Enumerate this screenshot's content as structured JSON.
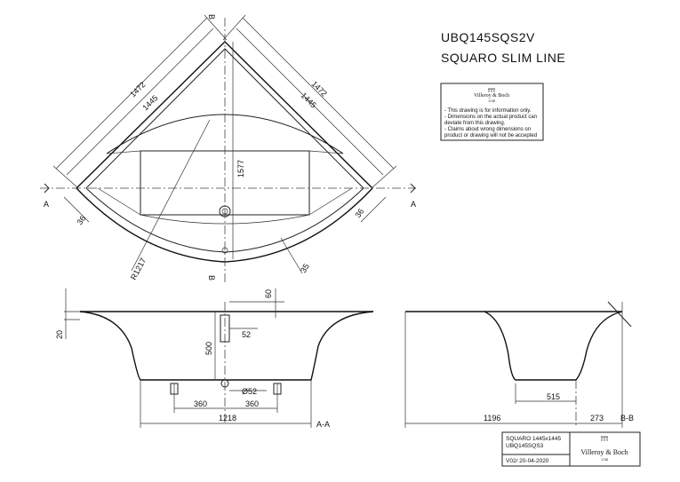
{
  "header": {
    "code": "UBQ145SQS2V",
    "name": "SQUARO SLIM LINE"
  },
  "notice": {
    "brand": "Villeroy & Boch",
    "since": "1748",
    "lines": [
      "- This drawing is for information only.",
      "- Dimensions on the actual product can",
      "  deviate from this drawing.",
      "- Claims about wrong dimensions on",
      "  product or drawing will not be accepted"
    ]
  },
  "top_view": {
    "dims": {
      "outer_left": "1472",
      "inner_left": "1445",
      "outer_right": "1472",
      "inner_right": "1445",
      "depth": "1577",
      "radius": "R1217",
      "edge_left": "36",
      "edge_right": "36",
      "rim": "35"
    },
    "section_marks": {
      "a_left": "A",
      "a_right": "A",
      "b_top": "B",
      "b_bottom": "B"
    }
  },
  "section_a": {
    "dims": {
      "rim_height": "20",
      "rim_thickness": "60",
      "waste_offset": "52",
      "height": "500",
      "waste_diameter": "Ø52",
      "feet_left": "360",
      "feet_right": "360",
      "overall": "1218"
    },
    "label": "A-A"
  },
  "section_b": {
    "dims": {
      "bottom": "515",
      "overall": "1196",
      "edge": "273"
    },
    "label": "B-B"
  },
  "title_block": {
    "product": "SQUARO 1445x1445",
    "code": "UBQ145SQS3",
    "version": "V02/ 20-04-2020",
    "brand": "Villeroy & Boch",
    "since": "1748"
  }
}
